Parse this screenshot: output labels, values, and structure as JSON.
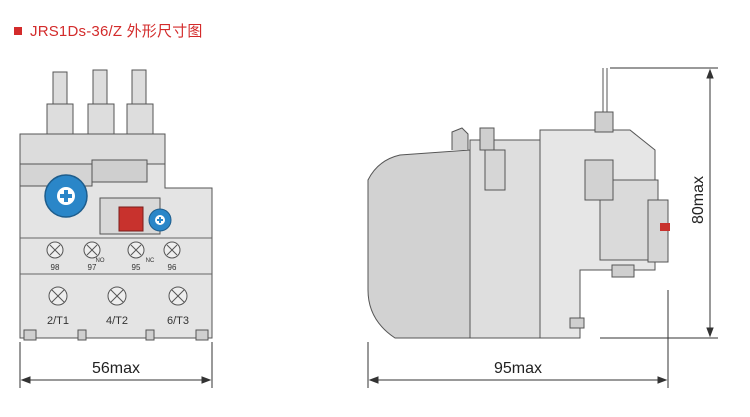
{
  "header": {
    "title": "JRS1Ds-36/Z 外形尺寸图",
    "accent_color": "#d32b2b"
  },
  "front_view": {
    "upper_terminals": [
      {
        "number": "98"
      },
      {
        "number": "97",
        "tag": "NO"
      },
      {
        "number": "95",
        "tag": "NC"
      },
      {
        "number": "96"
      }
    ],
    "lower_terminals": [
      "2/T1",
      "4/T2",
      "6/T3"
    ],
    "width_label": "56max"
  },
  "side_view": {
    "width_label": "95max",
    "height_label": "80max"
  },
  "colors": {
    "body": "#e2e2e2",
    "body_dark": "#cfcfcf",
    "outline": "#555555",
    "dial_blue": "#2a86c8",
    "reset_red": "#c8322d"
  },
  "icons": [
    "adjust-dial-icon",
    "test-dial-icon",
    "reset-button-icon",
    "terminal-screw-icon"
  ]
}
